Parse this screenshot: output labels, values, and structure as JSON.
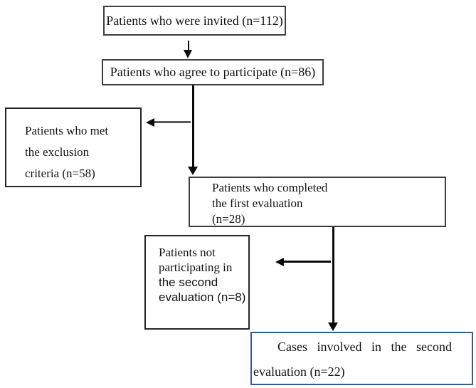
{
  "diagram": {
    "boxes": {
      "invited": {
        "text": "Patients who were invited (n=112)"
      },
      "agreed": {
        "text": "Patients who agree to participate (n=86)"
      },
      "exclusion": {
        "line1": "Patients who met",
        "line2": "the exclusion",
        "line3": "criteria (n=58)"
      },
      "completed": {
        "line1": "Patients who completed",
        "line2": "the first evaluation",
        "line3": "(n=28)"
      },
      "not_participating": {
        "line1": "Patients not",
        "line2": "participating in",
        "line3": "the second",
        "line4": "evaluation (n=8)"
      },
      "cases": {
        "line1": "Cases involved in the second",
        "line2": "evaluation (n=22)"
      }
    },
    "counts": {
      "invited": 112,
      "agreed": 86,
      "met_exclusion_criteria": 58,
      "completed_first_evaluation": 28,
      "not_participating_second": 8,
      "involved_second_evaluation": 22
    },
    "colors": {
      "background": "#ffffff",
      "box_border_dark_gray": "#3f3f3f",
      "box_border_black": "#262626",
      "cases_box_border_blue": "#315d97",
      "arrow_black": "#0a0a0a",
      "arrow_gray_shaft": "#595959"
    }
  }
}
